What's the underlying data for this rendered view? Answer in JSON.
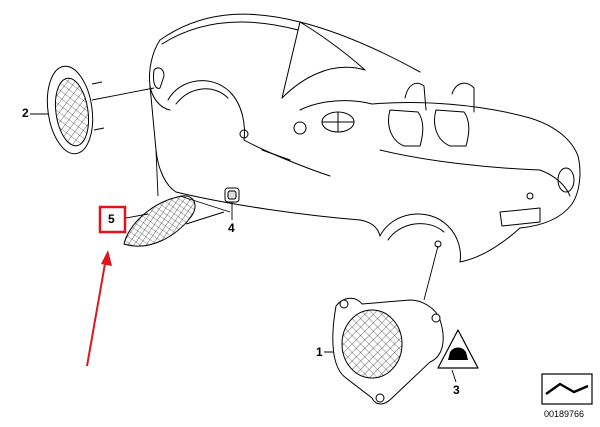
{
  "callouts": [
    {
      "id": "1",
      "label": "1"
    },
    {
      "id": "2",
      "label": "2"
    },
    {
      "id": "3",
      "label": "3"
    },
    {
      "id": "4",
      "label": "4"
    },
    {
      "id": "5",
      "label": "5"
    }
  ],
  "diagram_number": "00189766",
  "highlight_color": "#e0141e",
  "line_color": "#000000",
  "fill_color": "#ffffff",
  "icons": [
    "car-outline",
    "lamp-housing-icon",
    "side-marker-icon",
    "retainer-clip-icon",
    "warning-triangle-icon",
    "page-corner-icon"
  ]
}
